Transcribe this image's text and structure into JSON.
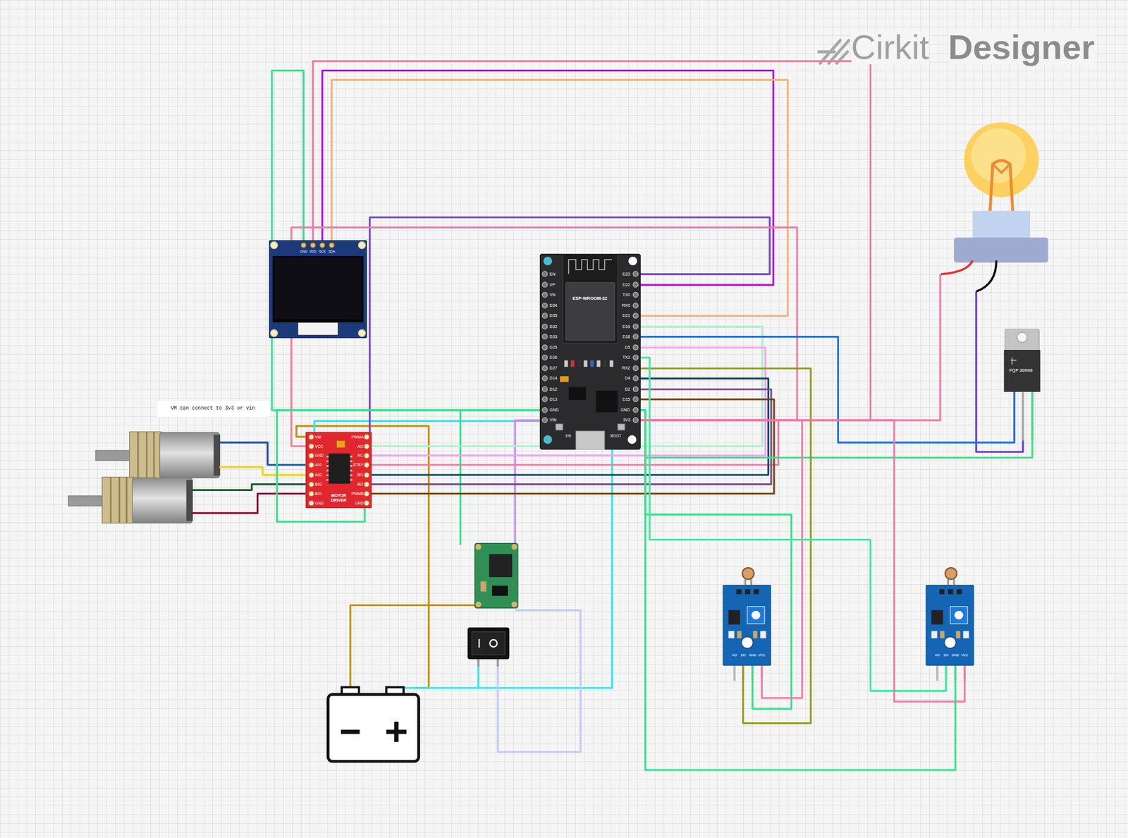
{
  "diagram": {
    "nodes": [
      {
        "text": [
          "GND",
          "VDD",
          "SCK",
          "SDA"
        ]
      },
      {
        "text": [
          "ESP-WROOM-32",
          "EN",
          "VP",
          "VN",
          "D34",
          "D35",
          "D32",
          "D33",
          "D25",
          "D26",
          "D27",
          "D14",
          "D12",
          "D13",
          "GND",
          "VIN",
          "D23",
          "D22",
          "TX0",
          "RX0",
          "D21",
          "D19",
          "D18",
          "D5",
          "TX2",
          "RX2",
          "D4",
          "D2",
          "D15",
          "GND",
          "3V3",
          "EN",
          "BOOT"
        ]
      },
      {
        "text": [
          "FQP 30N06"
        ]
      },
      {
        "text": [
          "VM can connect to 3v3 or vin"
        ]
      },
      {
        "text": [
          "VM",
          "VCC",
          "GND",
          "A01",
          "A02",
          "B02",
          "B01",
          "GND",
          "PWMA",
          "AI2",
          "AI1",
          "STBY",
          "BI1",
          "BI2",
          "PWMB",
          "GND",
          "MOTOR DRIVER"
        ]
      },
      {
        "text": [
          "AO",
          "DO",
          "GND",
          "VCC"
        ]
      },
      {
        "text": [
          "AO",
          "DO",
          "GND",
          "VCC"
        ]
      }
    ],
    "edges": [
      {
        "from": 0,
        "to": 1,
        "arrow": "none"
      },
      {
        "from": 0,
        "to": 1,
        "arrow": "none"
      },
      {
        "from": 0,
        "to": 1,
        "arrow": "none"
      },
      {
        "from": 0,
        "to": 1,
        "arrow": "none"
      },
      {
        "from": 4,
        "to": 1,
        "arrow": "none"
      },
      {
        "from": 4,
        "to": 1,
        "arrow": "none"
      },
      {
        "from": 4,
        "to": 1,
        "arrow": "none"
      },
      {
        "from": 4,
        "to": 1,
        "arrow": "none"
      },
      {
        "from": 4,
        "to": 1,
        "arrow": "none"
      },
      {
        "from": 4,
        "to": 1,
        "arrow": "none"
      },
      {
        "from": 4,
        "to": 1,
        "arrow": "none"
      },
      {
        "from": 4,
        "to": 1,
        "arrow": "none"
      },
      {
        "from": 4,
        "to": 1,
        "arrow": "none"
      },
      {
        "from": 1,
        "to": 2,
        "arrow": "none"
      },
      {
        "from": 1,
        "to": 2,
        "arrow": "none"
      },
      {
        "from": 1,
        "to": 5,
        "arrow": "none"
      },
      {
        "from": 1,
        "to": 5,
        "arrow": "none"
      },
      {
        "from": 1,
        "to": 5,
        "arrow": "none"
      },
      {
        "from": 1,
        "to": 6,
        "arrow": "none"
      },
      {
        "from": 1,
        "to": 6,
        "arrow": "none"
      },
      {
        "from": 1,
        "to": 6,
        "arrow": "none"
      }
    ],
    "labels": [
      "Cirkit",
      "Designer"
    ]
  }
}
